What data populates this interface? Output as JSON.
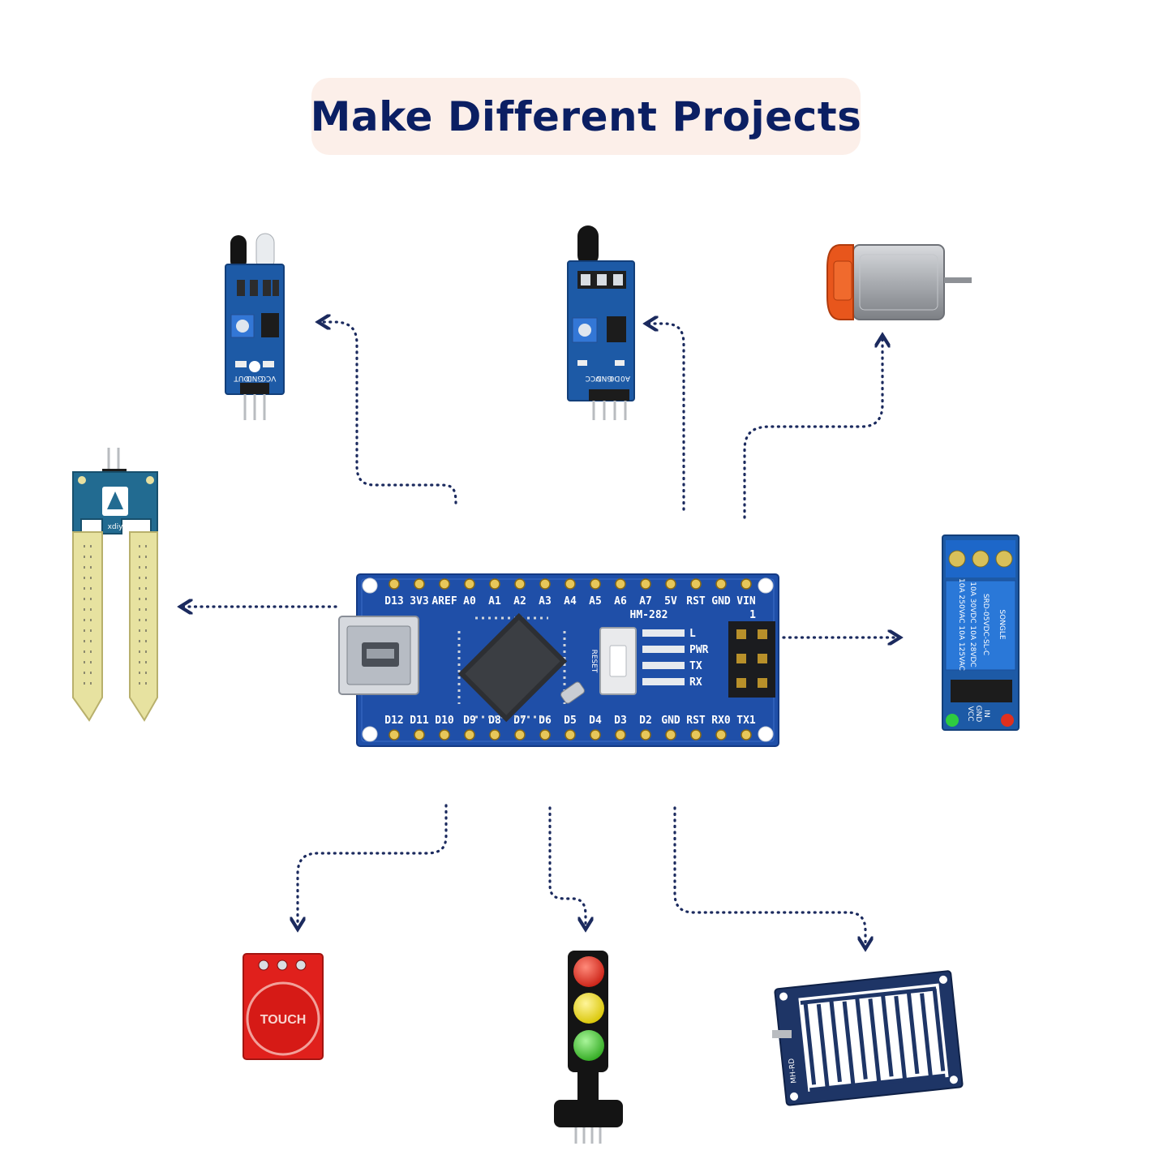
{
  "title": "Make Different Projects",
  "colors": {
    "title_text": "#0b1f63",
    "title_bg": "#fcefe9",
    "arrow": "#1b2a5e",
    "board_blue": "#1f4fa8",
    "module_blue": "#1d5aa6",
    "touch_red": "#e0201c"
  },
  "nano": {
    "top_pins": [
      "D13",
      "3V3",
      "AREF",
      "A0",
      "A1",
      "A2",
      "A3",
      "A4",
      "A5",
      "A6",
      "A7",
      "5V",
      "RST",
      "GND",
      "VIN"
    ],
    "bottom_pins": [
      "D12",
      "D11",
      "D10",
      "D9",
      "D8",
      "D7",
      "D6",
      "D5",
      "D4",
      "D3",
      "D2",
      "GND",
      "RST",
      "RX0",
      "TX1"
    ],
    "model": "HM-282",
    "leds": [
      "L",
      "PWR",
      "TX",
      "RX"
    ],
    "header_label": "1",
    "reset_label": "RESET"
  },
  "touch": {
    "label": "TOUCH"
  },
  "relay": {
    "top_text": "10A 250VAC  10A 125VAC",
    "mid_text": "10A 30VDC  10A 28VDC",
    "model": "SRD-05VDC-SL-C",
    "brand": "SONGLE",
    "pins": [
      "IN",
      "GND",
      "VCC"
    ]
  },
  "rain": {
    "label": "MH-RD"
  },
  "flame": {
    "pins": [
      "A0",
      "D0",
      "GND",
      "VCC"
    ]
  },
  "ir": {
    "pins": [
      "OUT",
      "GND",
      "VCC"
    ]
  },
  "soil": {
    "brand": "xdiy"
  }
}
